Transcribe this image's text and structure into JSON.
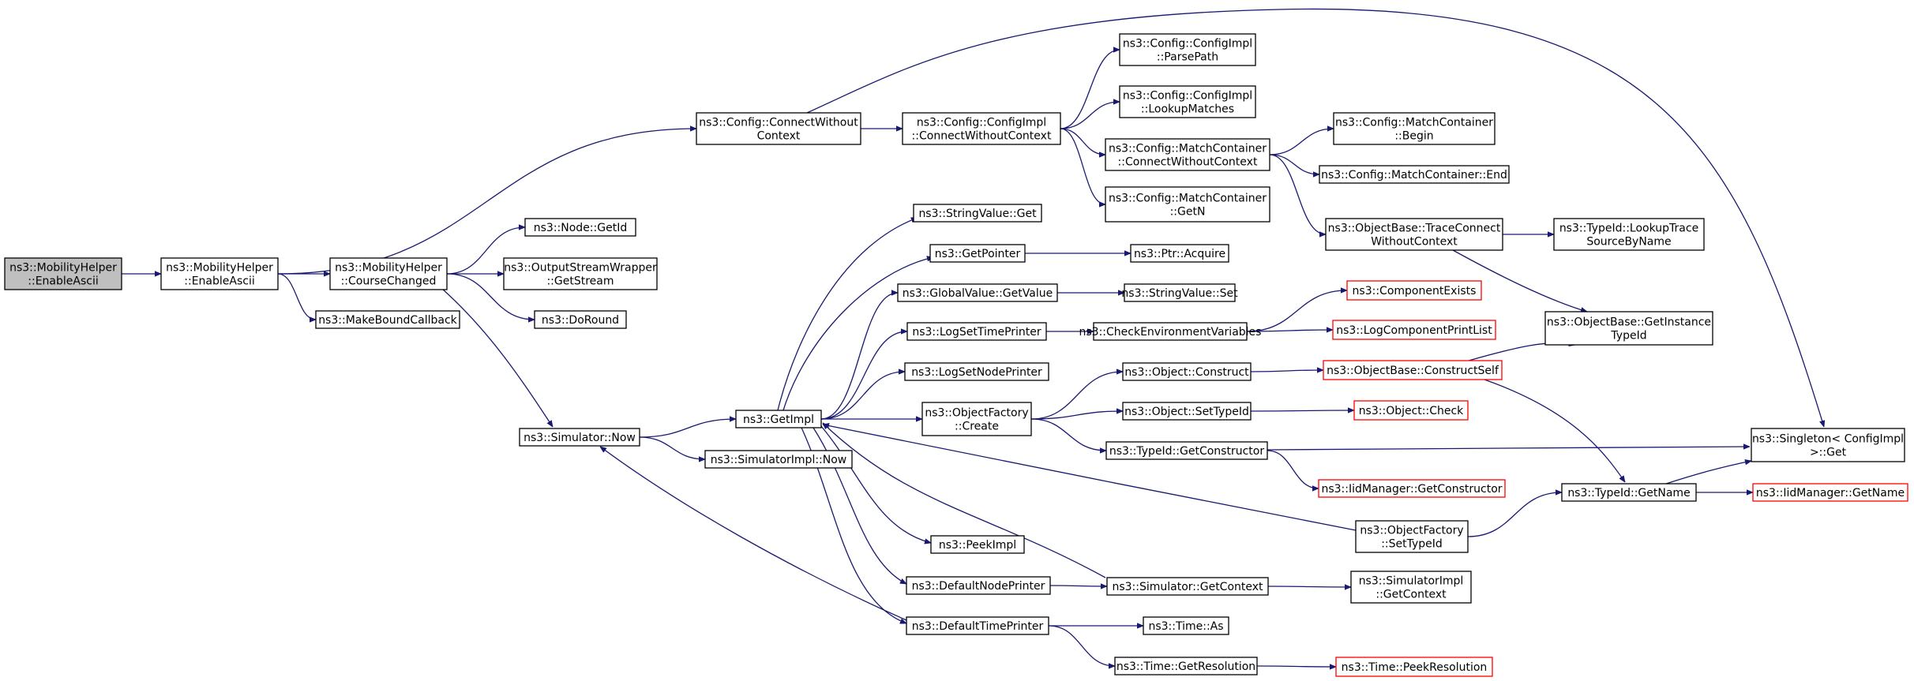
{
  "colors": {
    "edge": "#191970",
    "root_fill": "#bfbfbf",
    "truncated_border": "#ff0000",
    "node_border": "#000000"
  },
  "nodes": {
    "mh_enableascii_root": {
      "lines": [
        "ns3::MobilityHelper",
        "::EnableAscii"
      ],
      "root": true
    },
    "mh_enableascii": {
      "lines": [
        "ns3::MobilityHelper",
        "::EnableAscii"
      ]
    },
    "mh_coursechanged": {
      "lines": [
        "ns3::MobilityHelper",
        "::CourseChanged"
      ]
    },
    "makeboundcallback": {
      "lines": [
        "ns3::MakeBoundCallback"
      ]
    },
    "node_getid": {
      "lines": [
        "ns3::Node::GetId"
      ]
    },
    "osw_getstream": {
      "lines": [
        "ns3::OutputStreamWrapper",
        "::GetStream"
      ]
    },
    "doround": {
      "lines": [
        "ns3::DoRound"
      ]
    },
    "simulator_now": {
      "lines": [
        "ns3::Simulator::Now"
      ]
    },
    "config_connectwithout": {
      "lines": [
        "ns3::Config::ConnectWithout",
        "Context"
      ]
    },
    "configimpl_connectwithout": {
      "lines": [
        "ns3::Config::ConfigImpl",
        "::ConnectWithoutContext"
      ]
    },
    "configimpl_parsepath": {
      "lines": [
        "ns3::Config::ConfigImpl",
        "::ParsePath"
      ]
    },
    "configimpl_lookupmatches": {
      "lines": [
        "ns3::Config::ConfigImpl",
        "::LookupMatches"
      ]
    },
    "mc_connectwithout": {
      "lines": [
        "ns3::Config::MatchContainer",
        "::ConnectWithoutContext"
      ]
    },
    "mc_getn": {
      "lines": [
        "ns3::Config::MatchContainer",
        "::GetN"
      ]
    },
    "mc_begin": {
      "lines": [
        "ns3::Config::MatchContainer",
        "::Begin"
      ]
    },
    "mc_end": {
      "lines": [
        "ns3::Config::MatchContainer::End"
      ]
    },
    "ob_traceconnect": {
      "lines": [
        "ns3::ObjectBase::TraceConnect",
        "WithoutContext"
      ]
    },
    "typeid_lookuptrace": {
      "lines": [
        "ns3::TypeId::LookupTrace",
        "SourceByName"
      ]
    },
    "ob_getinstancetypeid": {
      "lines": [
        "ns3::ObjectBase::GetInstance",
        "TypeId"
      ]
    },
    "getimpl": {
      "lines": [
        "ns3::GetImpl"
      ]
    },
    "simimpl_now": {
      "lines": [
        "ns3::SimulatorImpl::Now"
      ]
    },
    "stringvalue_get": {
      "lines": [
        "ns3::StringValue::Get"
      ]
    },
    "getpointer": {
      "lines": [
        "ns3::GetPointer"
      ]
    },
    "ptr_acquire": {
      "lines": [
        "ns3::Ptr::Acquire"
      ]
    },
    "gv_getvalue": {
      "lines": [
        "ns3::GlobalValue::GetValue"
      ]
    },
    "stringvalue_set": {
      "lines": [
        "ns3::StringValue::Set"
      ]
    },
    "logsettimeprinter": {
      "lines": [
        "ns3::LogSetTimePrinter"
      ]
    },
    "checkenvvars": {
      "lines": [
        "ns3::CheckEnvironmentVariables"
      ]
    },
    "componentexists": {
      "lines": [
        "ns3::ComponentExists"
      ],
      "truncated": true
    },
    "logcomponentprintlist": {
      "lines": [
        "ns3::LogComponentPrintList"
      ],
      "truncated": true
    },
    "logsetnodeprinter": {
      "lines": [
        "ns3::LogSetNodePrinter"
      ]
    },
    "of_create": {
      "lines": [
        "ns3::ObjectFactory",
        "::Create"
      ]
    },
    "object_construct": {
      "lines": [
        "ns3::Object::Construct"
      ]
    },
    "ob_constructself": {
      "lines": [
        "ns3::ObjectBase::ConstructSelf"
      ],
      "truncated": true
    },
    "object_settypeid": {
      "lines": [
        "ns3::Object::SetTypeId"
      ]
    },
    "object_check": {
      "lines": [
        "ns3::Object::Check"
      ],
      "truncated": true
    },
    "typeid_getconstructor": {
      "lines": [
        "ns3::TypeId::GetConstructor"
      ]
    },
    "singleton_get": {
      "lines": [
        "ns3::Singleton< ConfigImpl",
        " >::Get"
      ]
    },
    "iidm_getconstructor": {
      "lines": [
        "ns3::IidManager::GetConstructor"
      ],
      "truncated": true
    },
    "typeid_getname": {
      "lines": [
        "ns3::TypeId::GetName"
      ]
    },
    "iidm_getname": {
      "lines": [
        "ns3::IidManager::GetName"
      ],
      "truncated": true
    },
    "of_settypeid": {
      "lines": [
        "ns3::ObjectFactory",
        "::SetTypeId"
      ]
    },
    "peekimpl": {
      "lines": [
        "ns3::PeekImpl"
      ]
    },
    "defaultnodeprinter": {
      "lines": [
        "ns3::DefaultNodePrinter"
      ]
    },
    "simulator_getcontext": {
      "lines": [
        "ns3::Simulator::GetContext"
      ]
    },
    "simimpl_getcontext": {
      "lines": [
        "ns3::SimulatorImpl",
        "::GetContext"
      ]
    },
    "defaulttimeprinter": {
      "lines": [
        "ns3::DefaultTimePrinter"
      ]
    },
    "time_as": {
      "lines": [
        "ns3::Time::As"
      ]
    },
    "time_getresolution": {
      "lines": [
        "ns3::Time::GetResolution"
      ]
    },
    "time_peekresolution": {
      "lines": [
        "ns3::Time::PeekResolution"
      ],
      "truncated": true
    }
  },
  "edges": [
    [
      "mh_enableascii_root",
      "mh_enableascii"
    ],
    [
      "mh_enableascii",
      "config_connectwithout"
    ],
    [
      "mh_enableascii",
      "mh_coursechanged"
    ],
    [
      "mh_enableascii",
      "makeboundcallback"
    ],
    [
      "mh_coursechanged",
      "node_getid"
    ],
    [
      "mh_coursechanged",
      "osw_getstream"
    ],
    [
      "mh_coursechanged",
      "doround"
    ],
    [
      "mh_coursechanged",
      "simulator_now"
    ],
    [
      "config_connectwithout",
      "configimpl_connectwithout"
    ],
    [
      "config_connectwithout",
      "singleton_get"
    ],
    [
      "configimpl_connectwithout",
      "configimpl_parsepath"
    ],
    [
      "configimpl_connectwithout",
      "configimpl_lookupmatches"
    ],
    [
      "configimpl_connectwithout",
      "mc_connectwithout"
    ],
    [
      "configimpl_connectwithout",
      "mc_getn"
    ],
    [
      "mc_connectwithout",
      "mc_begin"
    ],
    [
      "mc_connectwithout",
      "mc_end"
    ],
    [
      "mc_connectwithout",
      "ob_traceconnect"
    ],
    [
      "ob_traceconnect",
      "typeid_lookuptrace"
    ],
    [
      "ob_traceconnect",
      "ob_getinstancetypeid"
    ],
    [
      "simulator_now",
      "getimpl"
    ],
    [
      "simulator_now",
      "simimpl_now"
    ],
    [
      "getimpl",
      "stringvalue_get"
    ],
    [
      "getimpl",
      "getpointer"
    ],
    [
      "getimpl",
      "gv_getvalue"
    ],
    [
      "getimpl",
      "logsettimeprinter"
    ],
    [
      "getimpl",
      "logsetnodeprinter"
    ],
    [
      "getimpl",
      "of_create"
    ],
    [
      "getimpl",
      "peekimpl"
    ],
    [
      "getimpl",
      "defaultnodeprinter"
    ],
    [
      "getimpl",
      "defaulttimeprinter"
    ],
    [
      "getpointer",
      "ptr_acquire"
    ],
    [
      "gv_getvalue",
      "stringvalue_set"
    ],
    [
      "logsettimeprinter",
      "checkenvvars"
    ],
    [
      "checkenvvars",
      "componentexists"
    ],
    [
      "checkenvvars",
      "logcomponentprintlist"
    ],
    [
      "of_create",
      "object_construct"
    ],
    [
      "of_create",
      "object_settypeid"
    ],
    [
      "of_create",
      "typeid_getconstructor"
    ],
    [
      "object_construct",
      "ob_constructself"
    ],
    [
      "ob_constructself",
      "ob_getinstancetypeid"
    ],
    [
      "ob_constructself",
      "typeid_getname"
    ],
    [
      "object_settypeid",
      "object_check"
    ],
    [
      "typeid_getconstructor",
      "singleton_get"
    ],
    [
      "typeid_getconstructor",
      "iidm_getconstructor"
    ],
    [
      "of_settypeid",
      "getimpl"
    ],
    [
      "of_settypeid",
      "typeid_getname"
    ],
    [
      "typeid_getname",
      "singleton_get"
    ],
    [
      "typeid_getname",
      "iidm_getname"
    ],
    [
      "simulator_getcontext",
      "getimpl"
    ],
    [
      "defaultnodeprinter",
      "simulator_getcontext"
    ],
    [
      "simulator_getcontext",
      "simimpl_getcontext"
    ],
    [
      "defaulttimeprinter",
      "simulator_now"
    ],
    [
      "defaulttimeprinter",
      "time_as"
    ],
    [
      "defaulttimeprinter",
      "time_getresolution"
    ],
    [
      "time_getresolution",
      "time_peekresolution"
    ]
  ]
}
